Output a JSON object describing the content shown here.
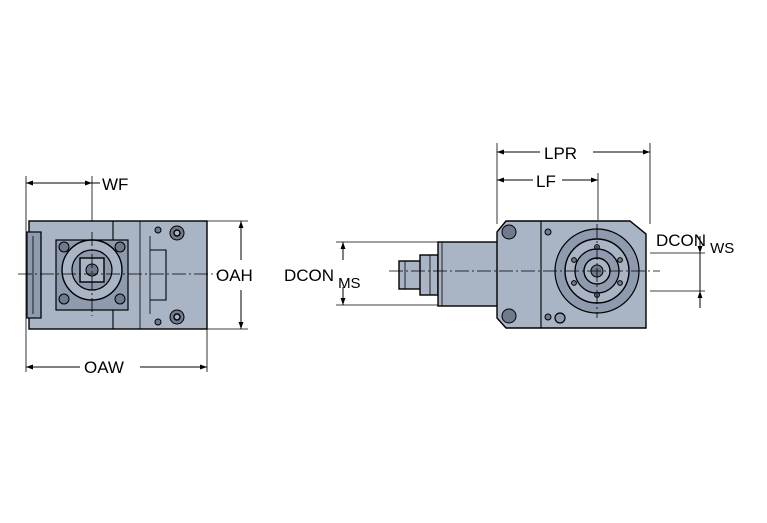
{
  "labels": {
    "wf": "WF",
    "oah": "OAH",
    "oaw": "OAW",
    "lpr": "LPR",
    "lf": "LF",
    "dcon_ms_main": "DCON",
    "dcon_ms_sub": "MS",
    "dcon_ws_main": "DCON",
    "dcon_ws_sub": "WS"
  },
  "colors": {
    "body": "#a9b4c5",
    "body_dark": "#8e9aad",
    "line": "#000000"
  }
}
